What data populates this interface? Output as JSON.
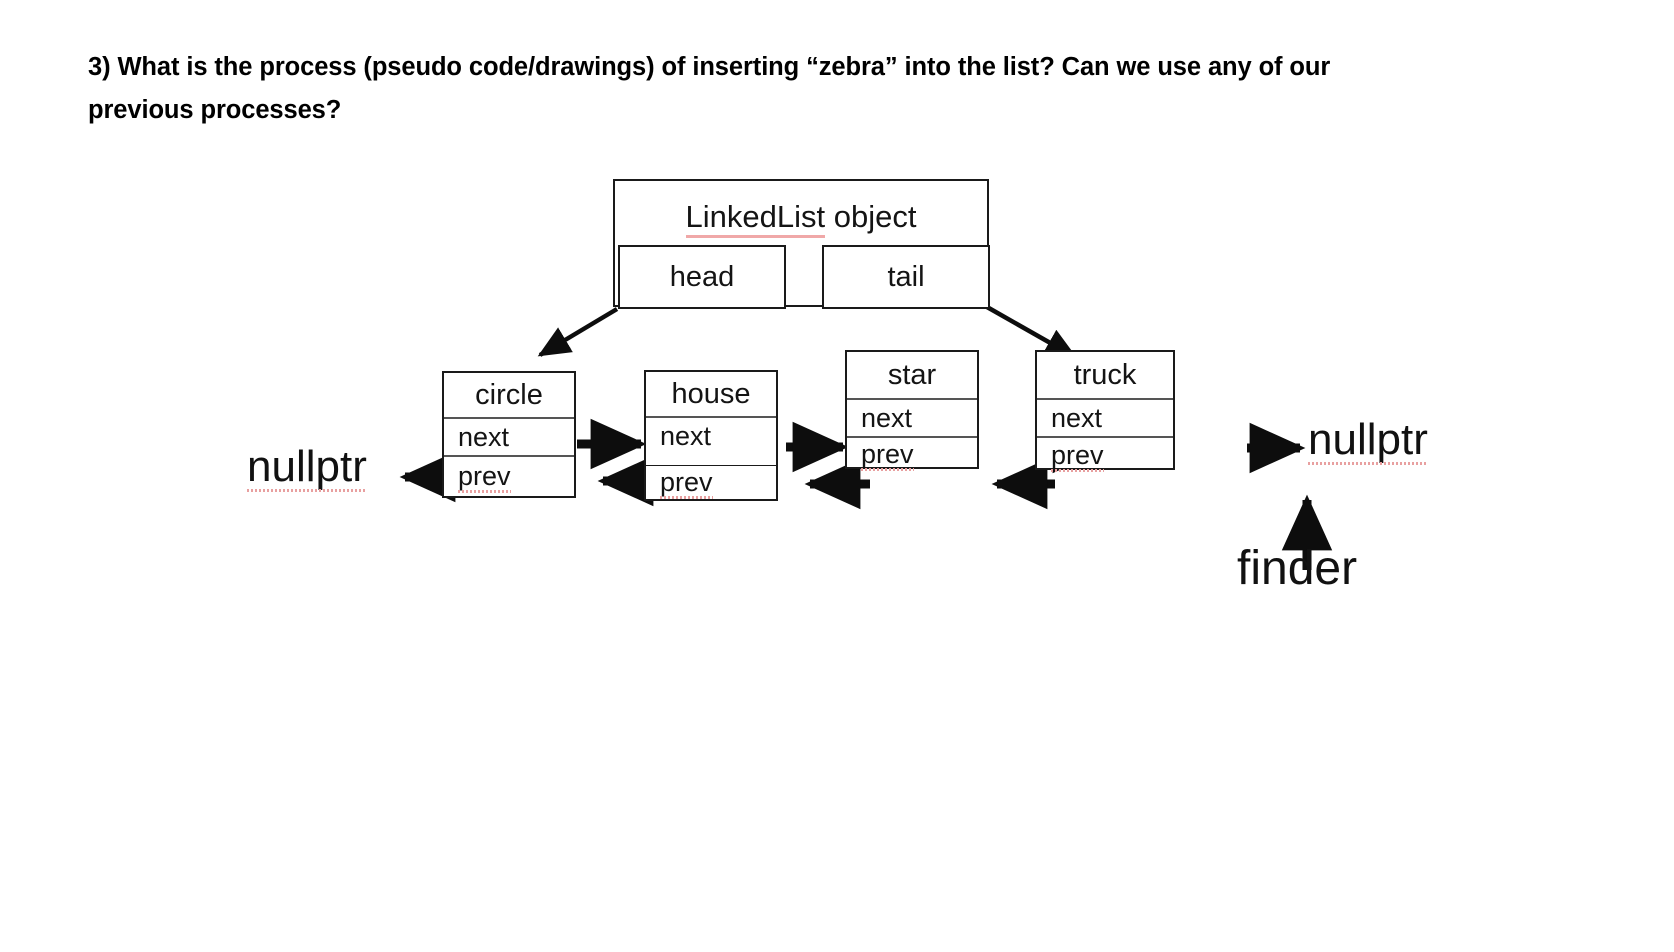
{
  "question": {
    "number": "3)",
    "text": "3) What is the process (pseudo code/drawings) of inserting “zebra” into the list?   Can we use any of our previous processes?"
  },
  "diagram": {
    "title": "Doubly linked list with LinkedList object and finder pointer",
    "linked_list_object": {
      "title_spelled": "LinkedList",
      "title_rest": " object",
      "full_title": "LinkedList object",
      "slots": [
        {
          "label": "head",
          "points_to": "circle"
        },
        {
          "label": "tail",
          "points_to": "truck"
        }
      ]
    },
    "nodes": [
      {
        "value": "circle",
        "next_label": "next",
        "prev_label": "prev"
      },
      {
        "value": "house",
        "next_label": "next",
        "prev_label": "prev"
      },
      {
        "value": "star",
        "next_label": "next",
        "prev_label": "prev"
      },
      {
        "value": "truck",
        "next_label": "next",
        "prev_label": "prev"
      }
    ],
    "terminators": {
      "left_nullptr": "nullptr",
      "right_nullptr": "nullptr"
    },
    "pointer_label": "finder",
    "colors": {
      "stroke": "#1a1a1a",
      "divider": "#555555",
      "text": "#141414",
      "spellcheck_underline": "#ef9a9a",
      "background": "#ffffff"
    }
  }
}
